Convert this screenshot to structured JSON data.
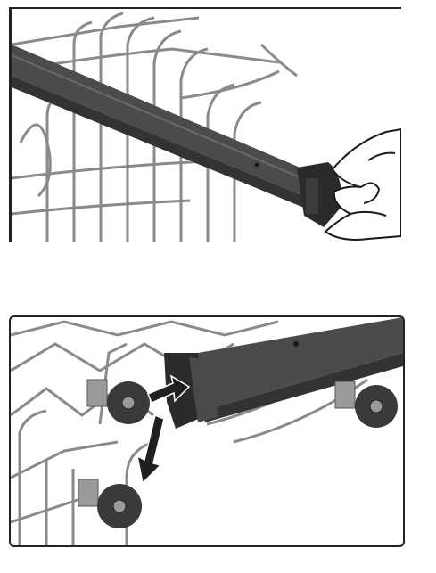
{
  "figures": [
    {
      "id": "remove-rail-end-cap",
      "illustration": "hand-pulling-end-cap-from-rail"
    },
    {
      "id": "remove-rack-wheels",
      "illustration": "wheels-detached-with-arrows"
    }
  ],
  "colors": {
    "rack_wire": "#8a8a8a",
    "rail": "#4b4b4b",
    "rail_shadow": "#333333",
    "end_cap": "#2b2b2b",
    "wheel": "#3a3a3a",
    "arrow": "#1f1f1f",
    "panel_border": "#222222"
  }
}
